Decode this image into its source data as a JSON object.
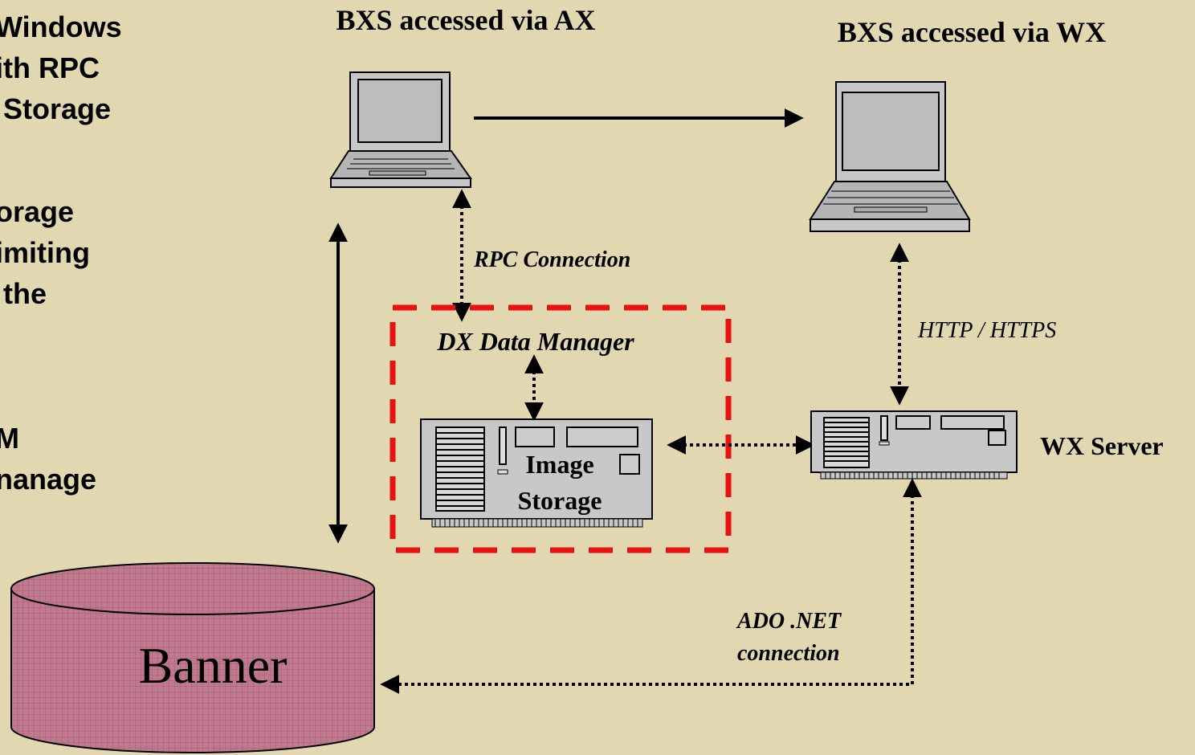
{
  "colors": {
    "background": "#e1d8b2",
    "database_fill": "#c07a8e",
    "database_grid": "#a85a72",
    "dashed_box": "#e8110f",
    "device_fill": "#c8c8c8"
  },
  "left_text": {
    "line1": "Windows",
    "line2": "ith RPC",
    "line3": " Storage",
    "line4": "orage",
    "line5": "imiting",
    "line6": " the",
    "line7": "M",
    "line8": "nanage"
  },
  "diagram": {
    "ax_title": "BXS accessed via AX",
    "wx_title": "BXS accessed via WX",
    "rpc_label": "RPC Connection",
    "dx_label": "DX Data Manager",
    "storage_line1": "Image",
    "storage_line2": "Storage",
    "http_label": "HTTP / HTTPS",
    "wx_server_label": "WX Server",
    "ado_line1": "ADO .NET",
    "ado_line2": "connection",
    "database_label": "Banner"
  },
  "icons": {
    "ax_client": "laptop-icon",
    "wx_client": "laptop-icon",
    "image_storage": "server-icon",
    "wx_server": "server-icon",
    "database": "database-cylinder-icon"
  }
}
